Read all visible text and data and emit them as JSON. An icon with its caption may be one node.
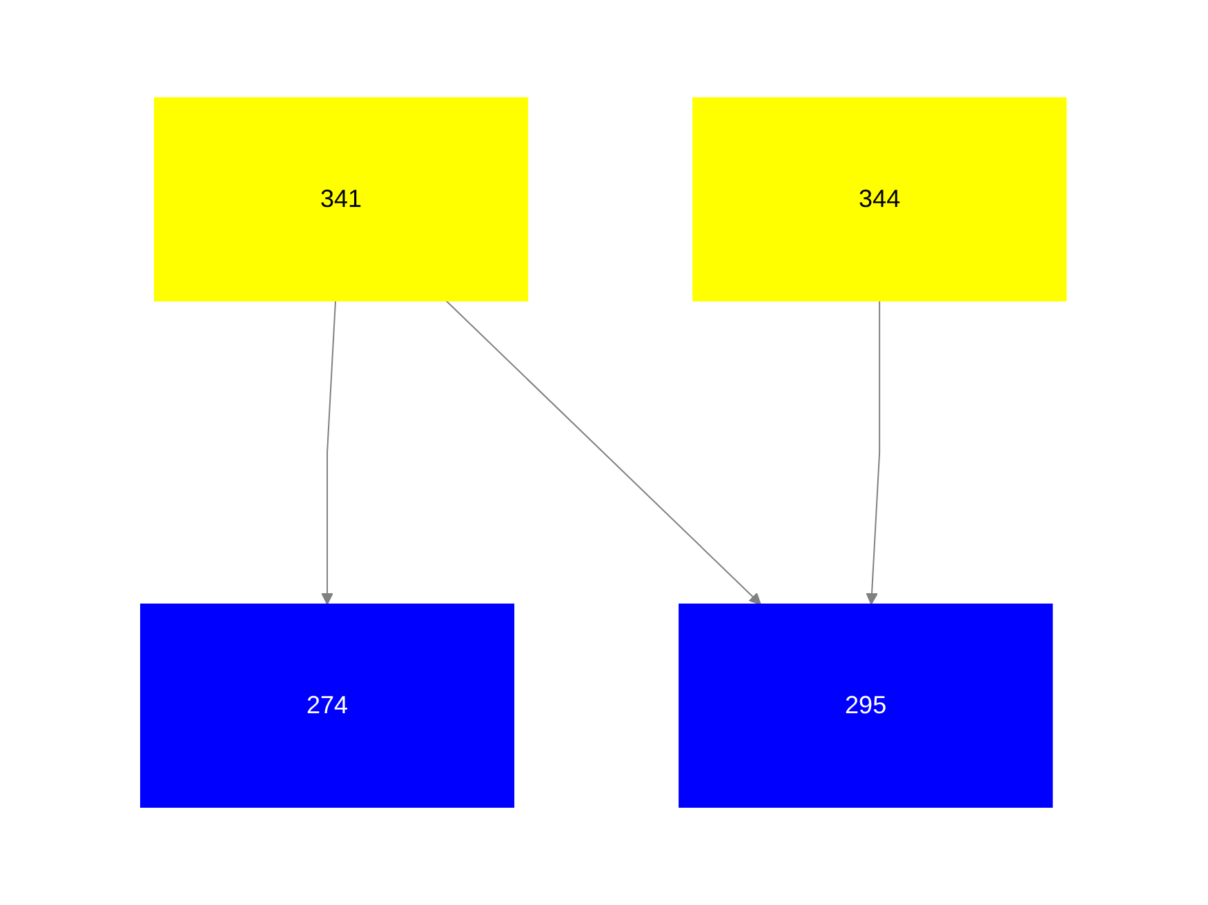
{
  "diagram": {
    "nodes": [
      {
        "text": [
          "341"
        ]
      },
      {
        "text": [
          "344"
        ]
      },
      {
        "text": [
          "274"
        ]
      },
      {
        "text": [
          "295"
        ]
      }
    ],
    "edges": [
      {
        "from": 0,
        "to": 2,
        "arrow": "to"
      },
      {
        "from": 0,
        "to": 3,
        "arrow": "to"
      },
      {
        "from": 1,
        "to": 3,
        "arrow": "to"
      }
    ]
  }
}
